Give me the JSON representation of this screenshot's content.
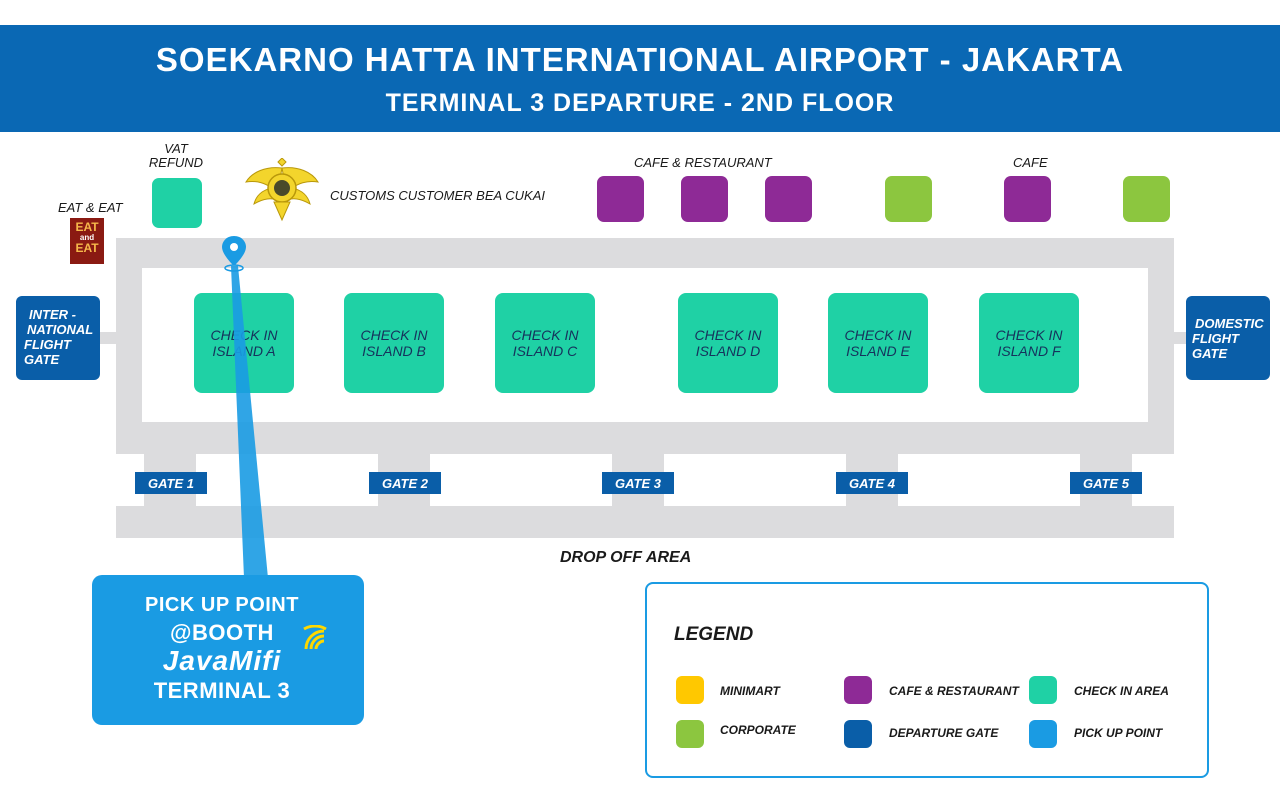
{
  "header": {
    "title": "SOEKARNO HATTA INTERNATIONAL AIRPORT - JAKARTA",
    "subtitle": "TERMINAL 3 DEPARTURE - 2ND FLOOR"
  },
  "labels": {
    "vat_refund_1": "VAT",
    "vat_refund_2": "REFUND",
    "eat_and_eat": "EAT & EAT",
    "eat_logo_top": "EAT",
    "eat_logo_mid": "and",
    "eat_logo_bot": "EAT",
    "customs": "CUSTOMS CUSTOMER BEA CUKAI",
    "cafe_restaurant": "CAFE & RESTAURANT",
    "cafe": "CAFE",
    "drop_off": "DROP OFF AREA"
  },
  "side_gates": {
    "international": [
      "INTER -",
      "NATIONAL",
      "FLIGHT",
      "GATE"
    ],
    "domestic": [
      "DOMESTIC",
      "FLIGHT",
      "GATE"
    ]
  },
  "islands": [
    {
      "line1": "CHECK IN",
      "line2": "ISLAND A"
    },
    {
      "line1": "CHECK IN",
      "line2": "ISLAND B"
    },
    {
      "line1": "CHECK IN",
      "line2": "ISLAND C"
    },
    {
      "line1": "CHECK IN",
      "line2": "ISLAND D"
    },
    {
      "line1": "CHECK IN",
      "line2": "ISLAND E"
    },
    {
      "line1": "CHECK IN",
      "line2": "ISLAND F"
    }
  ],
  "gates": [
    "GATE 1",
    "GATE 2",
    "GATE 3",
    "GATE 4",
    "GATE 5"
  ],
  "pickup": {
    "line1": "PICK UP POINT",
    "line2": "@BOOTH",
    "brand": "JavaMifi",
    "line4": "TERMINAL 3"
  },
  "legend": {
    "title": "LEGEND",
    "items": [
      {
        "label": "MINIMART",
        "color": "#ffc800"
      },
      {
        "label": "CAFE & RESTAURANT",
        "color": "#8e2a96"
      },
      {
        "label": "CHECK IN AREA",
        "color": "#1fd1a5"
      },
      {
        "label": "CORPORATE",
        "color": "#8cc63f"
      },
      {
        "label": "DEPARTURE GATE",
        "color": "#0a5ea8"
      },
      {
        "label": "PICK UP POINT",
        "color": "#1a9be3"
      }
    ]
  },
  "colors": {
    "header": "#0a68b4",
    "checkin": "#1fd1a5",
    "cafe": "#8e2a96",
    "corporate": "#8cc63f",
    "gate": "#0a5ea8",
    "pickup": "#1a9be3",
    "minimart": "#ffc800"
  },
  "icons": {
    "customs_emblem": "customs-emblem-icon",
    "location_pin": "location-pin-icon",
    "wifi": "wifi-icon"
  }
}
